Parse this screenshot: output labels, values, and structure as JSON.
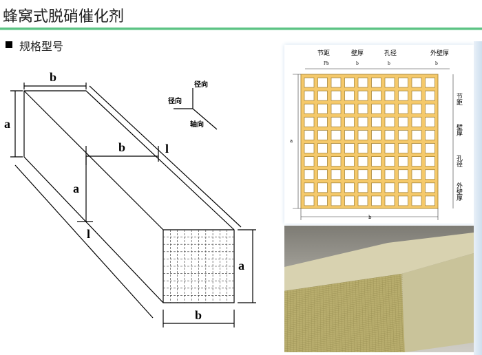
{
  "header": {
    "title": "蜂窝式脱硝催化剂",
    "section": "规格型号"
  },
  "diagram": {
    "b_top": "b",
    "a_left": "a",
    "l_right": "l",
    "b_inner": "b",
    "a_inner": "a",
    "l_left": "l",
    "a_right": "a",
    "b_bottom": "b",
    "axis_radial_top": "径向",
    "axis_radial_left": "径向",
    "axis_axial": "轴向"
  },
  "cross_section": {
    "pitch": "节距",
    "wall": "壁厚",
    "hole": "孔径",
    "outer_wall": "外壁厚",
    "pitch_sym": "Pb",
    "wall_sym": "b",
    "hole_sym": "b",
    "outer_sym": "b",
    "side_pitch": "节距",
    "side_wall": "壁厚",
    "side_hole": "孔径",
    "side_outer": "外壁厚",
    "dim_a": "a",
    "dim_b": "b",
    "fill": "#f5c96a"
  },
  "photo": {
    "caption_colors": {
      "body": "#c9c39a",
      "face": "#b9ae6e"
    }
  }
}
